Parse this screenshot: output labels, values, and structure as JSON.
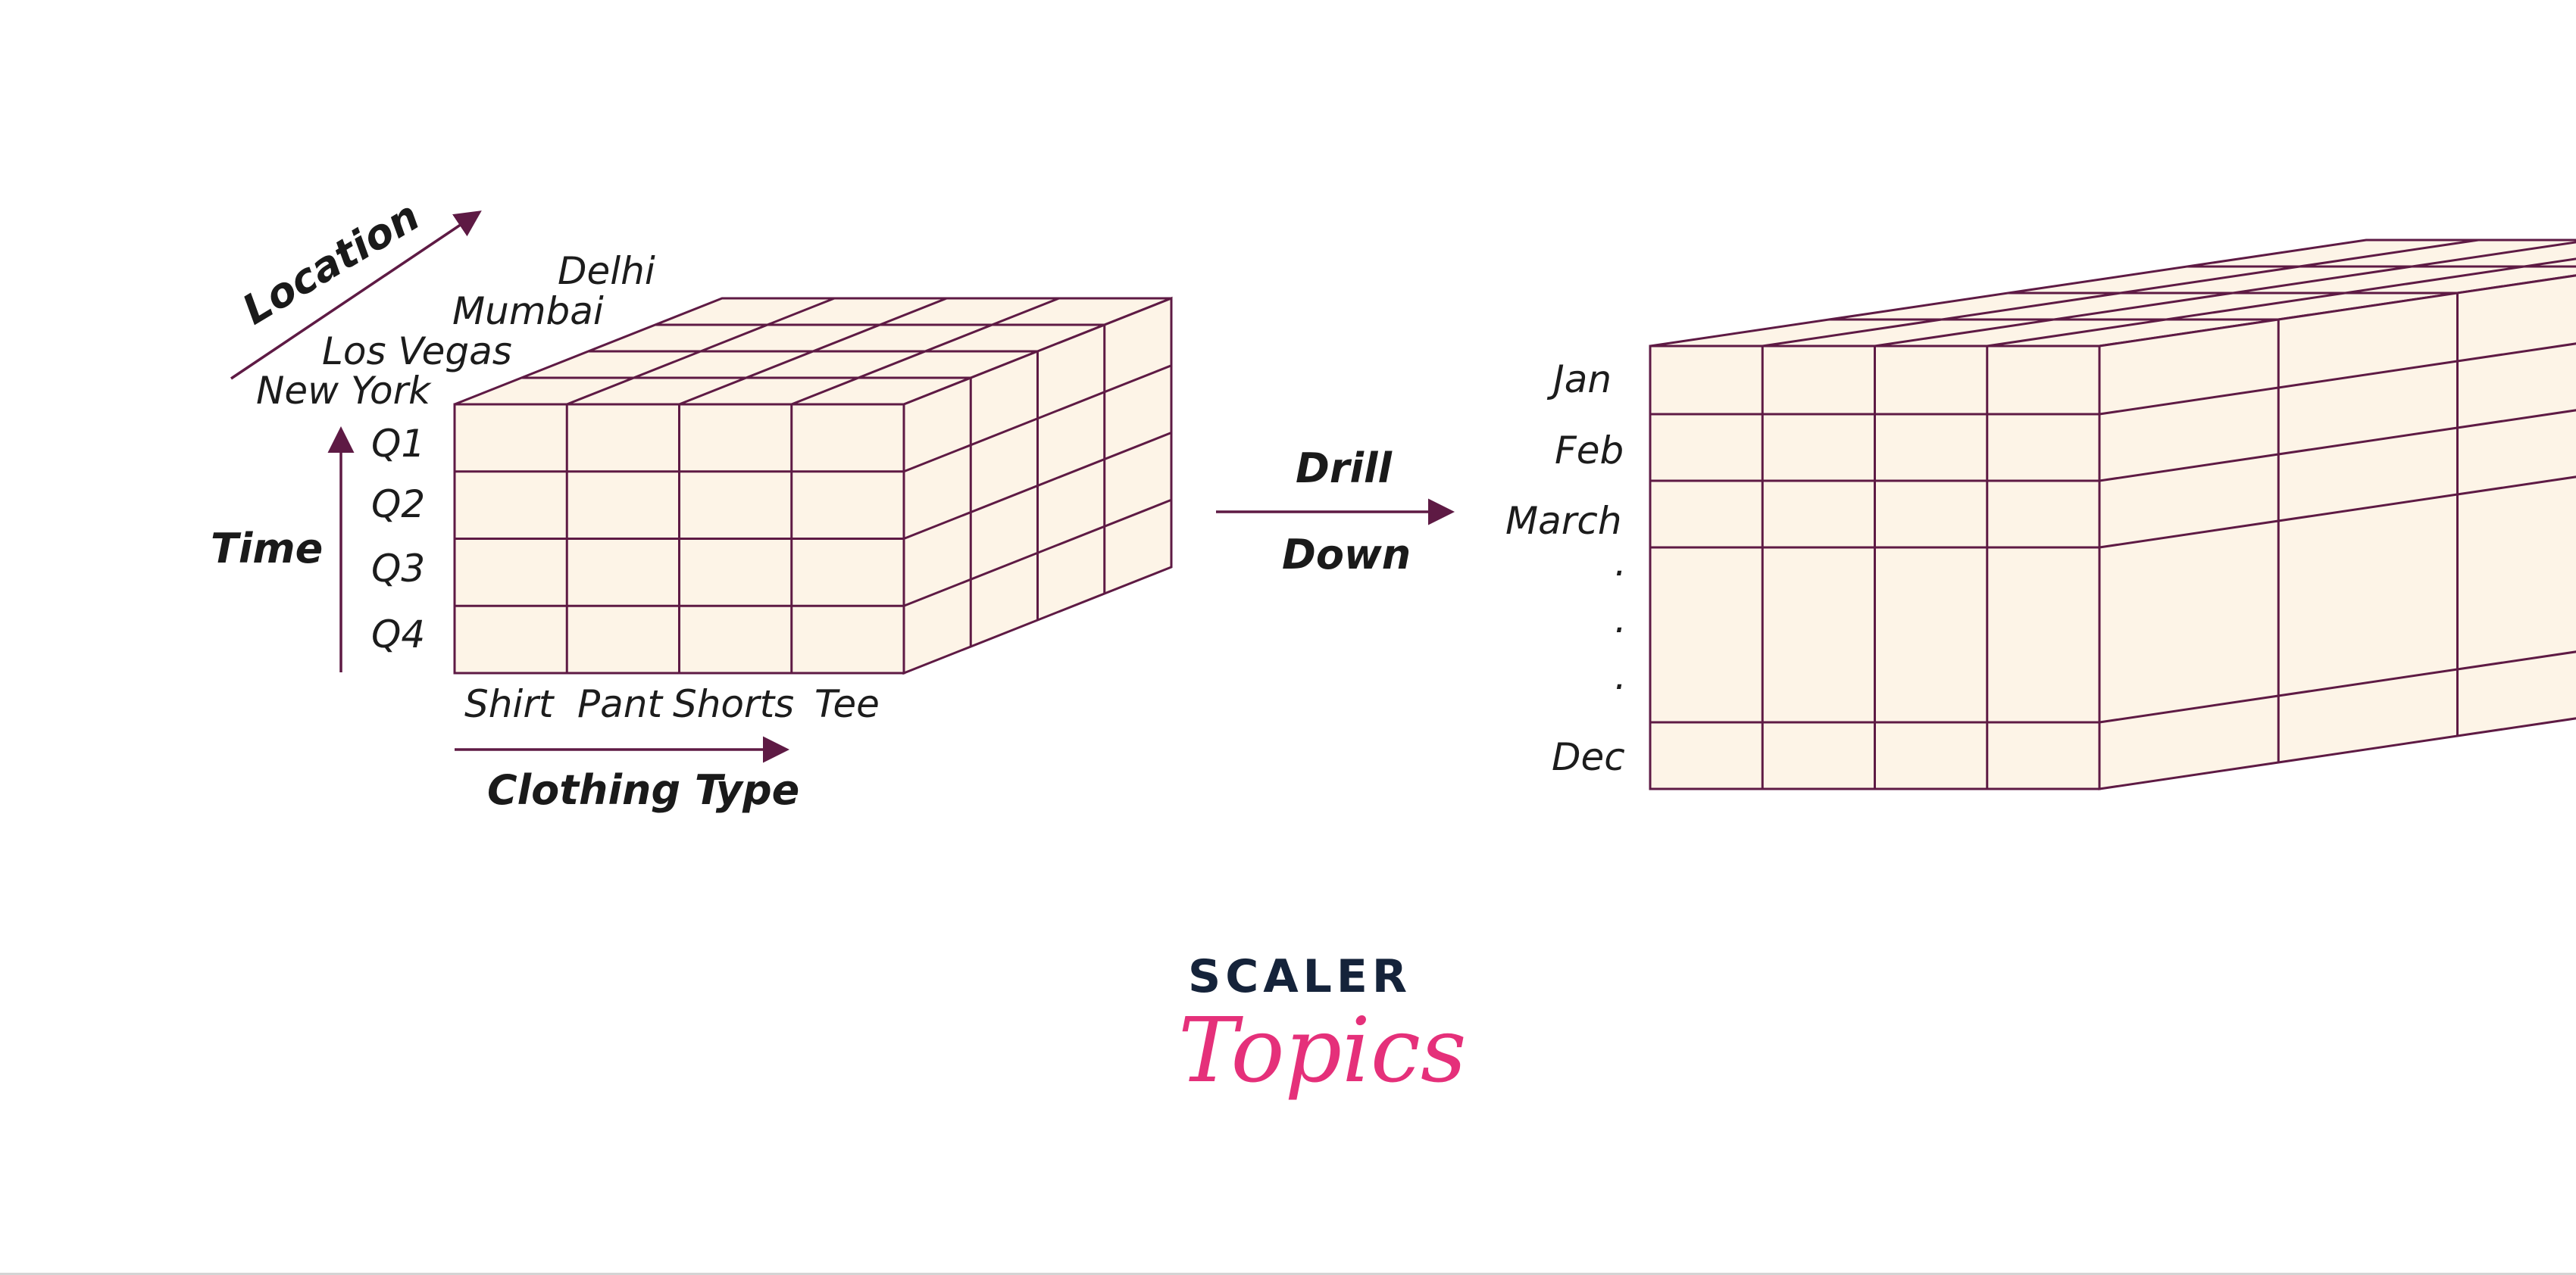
{
  "left_cube": {
    "location_title": "Location",
    "locations": [
      "Delhi",
      "Mumbai",
      "Los Vegas",
      "New York"
    ],
    "time_title": "Time",
    "quarters": [
      "Q1",
      "Q2",
      "Q3",
      "Q4"
    ],
    "clothing_title": "Clothing Type",
    "clothing": [
      "Shirt",
      "Pant",
      "Shorts",
      "Tee"
    ]
  },
  "operation": {
    "line1": "Drill",
    "line2": "Down"
  },
  "right_cube": {
    "months": [
      "Jan",
      "Feb",
      "March",
      ".",
      ".",
      ".",
      "Dec"
    ]
  },
  "brand": {
    "line1": "SCALER",
    "line2": "Topics"
  },
  "colors": {
    "stroke": "#5e1a44",
    "face": "#fdf4e7",
    "brand_dark": "#15233a",
    "brand_pink": "#e5307a"
  }
}
